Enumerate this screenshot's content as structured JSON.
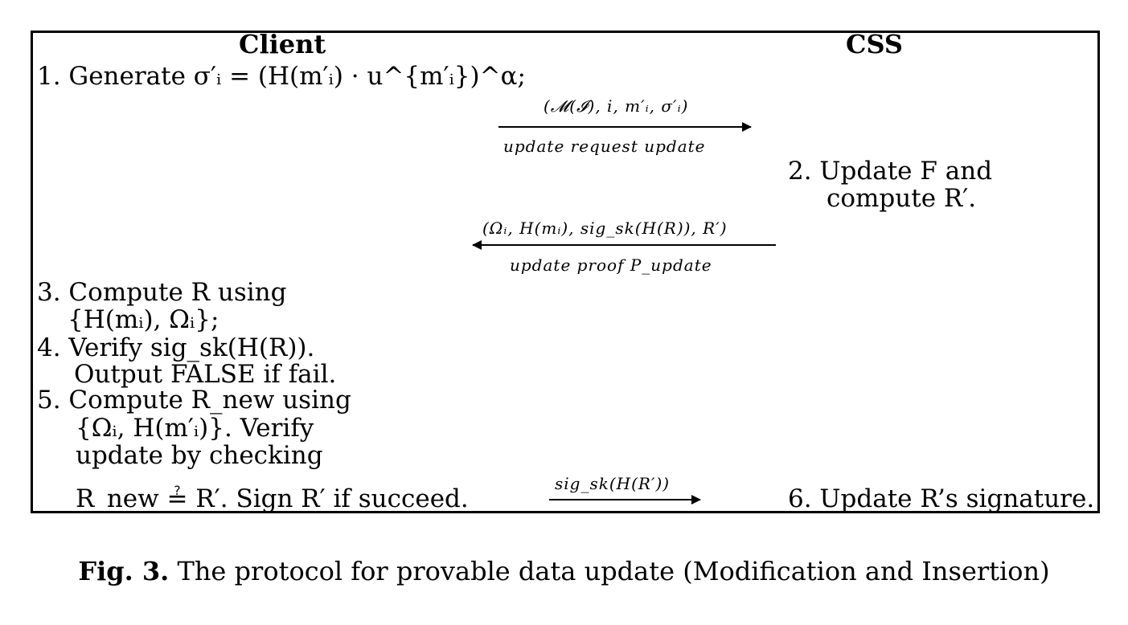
{
  "headers": {
    "client": "Client",
    "css": "CSS"
  },
  "steps": {
    "s1": "1. Generate σ′ᵢ = (H(m′ᵢ) · u^{m′ᵢ})^α;",
    "s2a": "2. Update F and",
    "s2b": "compute R′.",
    "s3a": "3. Compute R using",
    "s3b": "{H(mᵢ), Ωᵢ};",
    "s4a": "4. Verify sig_sk(H(R)).",
    "s4b": "Output FALSE if fail.",
    "s5a": "5. Compute R_new using",
    "s5b": "{Ωᵢ, H(m′ᵢ)}. Verify",
    "s5c": "update by checking",
    "s5d": "R_new ≟ R′. Sign R′ if succeed.",
    "s6": "6. Update R’s signature."
  },
  "messages": {
    "m1_top": "(𝓜(𝓘), i, m′ᵢ, σ′ᵢ)",
    "m1_bottom": "update request update",
    "m2_top": "(Ωᵢ, H(mᵢ), sig_sk(H(R)), R′)",
    "m2_bottom": "update proof P_update",
    "m3_top": "sig_sk(H(R′))"
  },
  "caption": {
    "label": "Fig. 3.",
    "text": "The protocol for provable data update (Modification and Insertion)"
  }
}
